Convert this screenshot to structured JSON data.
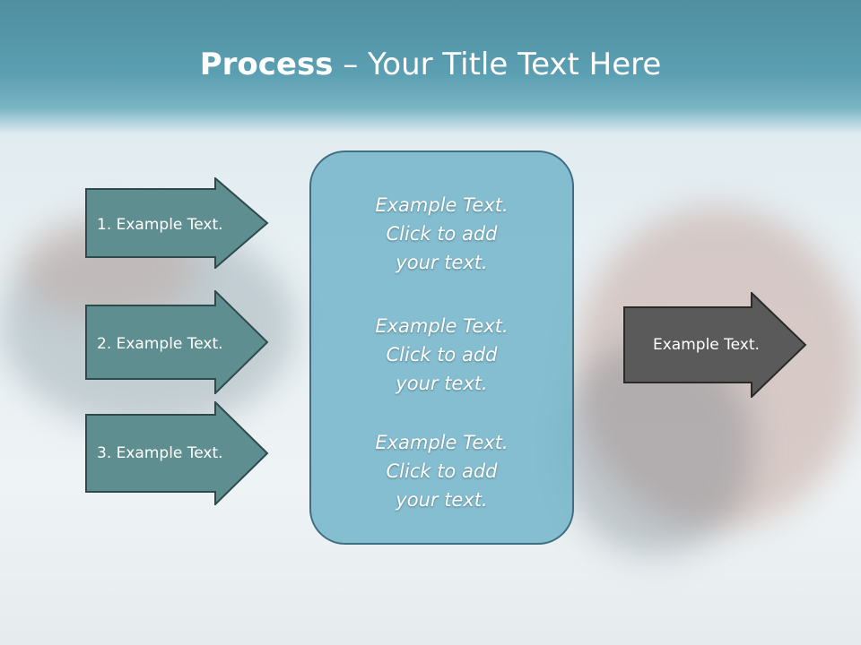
{
  "title": {
    "bold": "Process",
    "rest": " – Your Title Text Here"
  },
  "steps": [
    {
      "label": "1. Example Text."
    },
    {
      "label": "2. Example Text."
    },
    {
      "label": "3. Example Text."
    }
  ],
  "center": {
    "paragraphs": [
      {
        "lines": [
          "Example Text.",
          "Click  to add",
          "your text."
        ]
      },
      {
        "lines": [
          "Example Text.",
          "Click  to add",
          "your text."
        ]
      },
      {
        "lines": [
          "Example Text.",
          "Click  to add",
          "your text."
        ]
      }
    ]
  },
  "output": {
    "label": "Example Text."
  },
  "colors": {
    "step_fill": "#5f8e90",
    "output_fill": "#5a5a5a",
    "box_fill": "#76b6cb",
    "title_band": "#5b9fb2"
  }
}
